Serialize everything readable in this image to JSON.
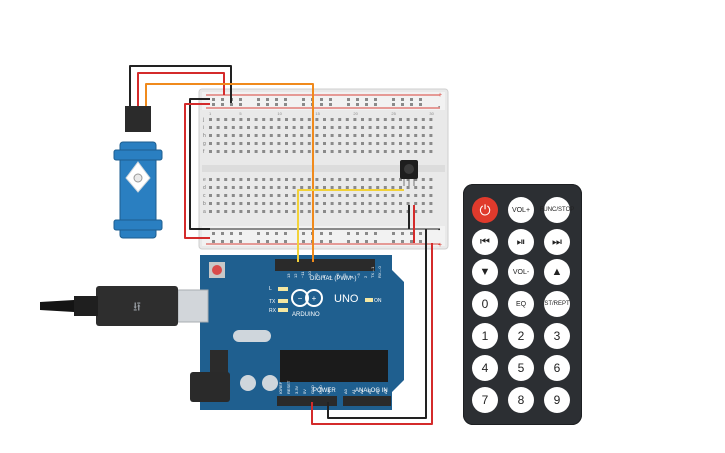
{
  "arduino": {
    "brand": "ARDUINO",
    "model": "UNO",
    "digital_label": "DIGITAL (PWM~)",
    "power_label": "POWER",
    "analog_label": "ANALOG IN",
    "on_label": "ON",
    "aref_label": "AREF",
    "gnd_label": "GND",
    "tx_label": "TX",
    "rx_label": "RX",
    "l_label": "L",
    "digital_pins": [
      "13",
      "12",
      "~11",
      "~10",
      "~9",
      "8",
      "7",
      "~6",
      "~5",
      "4",
      "~3",
      "2",
      "TX→1",
      "RX←0"
    ],
    "power_pins": [
      "IOREF",
      "RESET",
      "3.3V",
      "5V",
      "GND",
      "GND",
      "Vin"
    ],
    "analog_pins": [
      "A0",
      "A1",
      "A2",
      "A3",
      "A4",
      "A5"
    ]
  },
  "breadboard": {
    "rail_plus": "+",
    "rail_minus": "-",
    "row_letters_top": [
      "j",
      "i",
      "h",
      "g",
      "f"
    ],
    "row_letters_bottom": [
      "e",
      "d",
      "c",
      "b",
      "a"
    ],
    "column_numbers": [
      "1",
      "5",
      "10",
      "15",
      "20",
      "25",
      "30"
    ]
  },
  "remote": {
    "buttons": [
      {
        "label": "⏻",
        "name": "power-button"
      },
      {
        "label": "VOL+",
        "name": "vol-up-button"
      },
      {
        "label": "FUNC/STOP",
        "name": "func-stop-button"
      },
      {
        "label": "⏮",
        "name": "prev-button"
      },
      {
        "label": "⏯",
        "name": "play-pause-button"
      },
      {
        "label": "⏭",
        "name": "next-button"
      },
      {
        "label": "▼",
        "name": "down-button"
      },
      {
        "label": "VOL-",
        "name": "vol-down-button"
      },
      {
        "label": "▲",
        "name": "up-button"
      },
      {
        "label": "0",
        "name": "digit-0-button"
      },
      {
        "label": "EQ",
        "name": "eq-button"
      },
      {
        "label": "ST/REPT",
        "name": "st-rept-button"
      },
      {
        "label": "1",
        "name": "digit-1-button"
      },
      {
        "label": "2",
        "name": "digit-2-button"
      },
      {
        "label": "3",
        "name": "digit-3-button"
      },
      {
        "label": "4",
        "name": "digit-4-button"
      },
      {
        "label": "5",
        "name": "digit-5-button"
      },
      {
        "label": "6",
        "name": "digit-6-button"
      },
      {
        "label": "7",
        "name": "digit-7-button"
      },
      {
        "label": "8",
        "name": "digit-8-button"
      },
      {
        "label": "9",
        "name": "digit-9-button"
      }
    ]
  },
  "colors": {
    "board_blue": "#1f5f8f",
    "breadboard": "#e9e9e9",
    "wire_black": "#222222",
    "wire_red": "#d42b2b",
    "wire_orange": "#f08a1c",
    "wire_yellow": "#f2d23a",
    "servo_blue": "#2a7fc1",
    "remote_body": "#2c2f33",
    "remote_power": "#e03a2c"
  }
}
